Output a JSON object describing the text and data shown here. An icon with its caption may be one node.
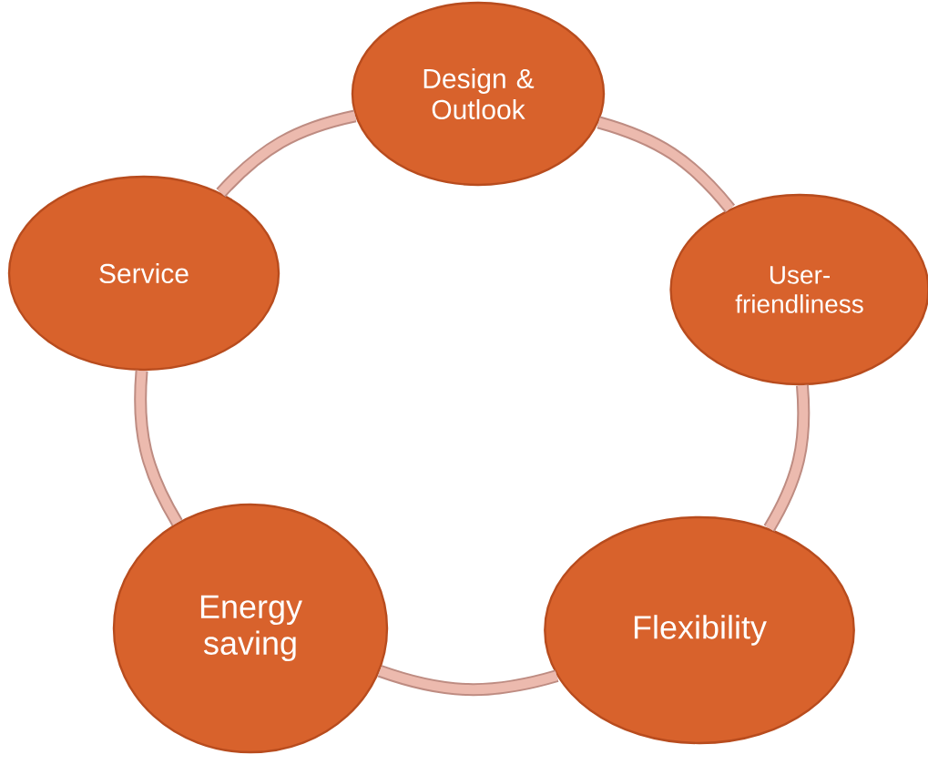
{
  "diagram": {
    "nodes": [
      {
        "text": [
          "Design & Outlook"
        ]
      },
      {
        "text": [
          "User-friendliness"
        ]
      },
      {
        "text": [
          "Flexibility"
        ]
      },
      {
        "text": [
          "Energy saving"
        ]
      },
      {
        "text": [
          "Service"
        ]
      }
    ],
    "edges": [
      {
        "from": 0,
        "to": 1,
        "arrow": "none"
      },
      {
        "from": 1,
        "to": 2,
        "arrow": "none"
      },
      {
        "from": 2,
        "to": 3,
        "arrow": "none"
      },
      {
        "from": 3,
        "to": 4,
        "arrow": "none"
      },
      {
        "from": 4,
        "to": 0,
        "arrow": "none"
      }
    ]
  }
}
